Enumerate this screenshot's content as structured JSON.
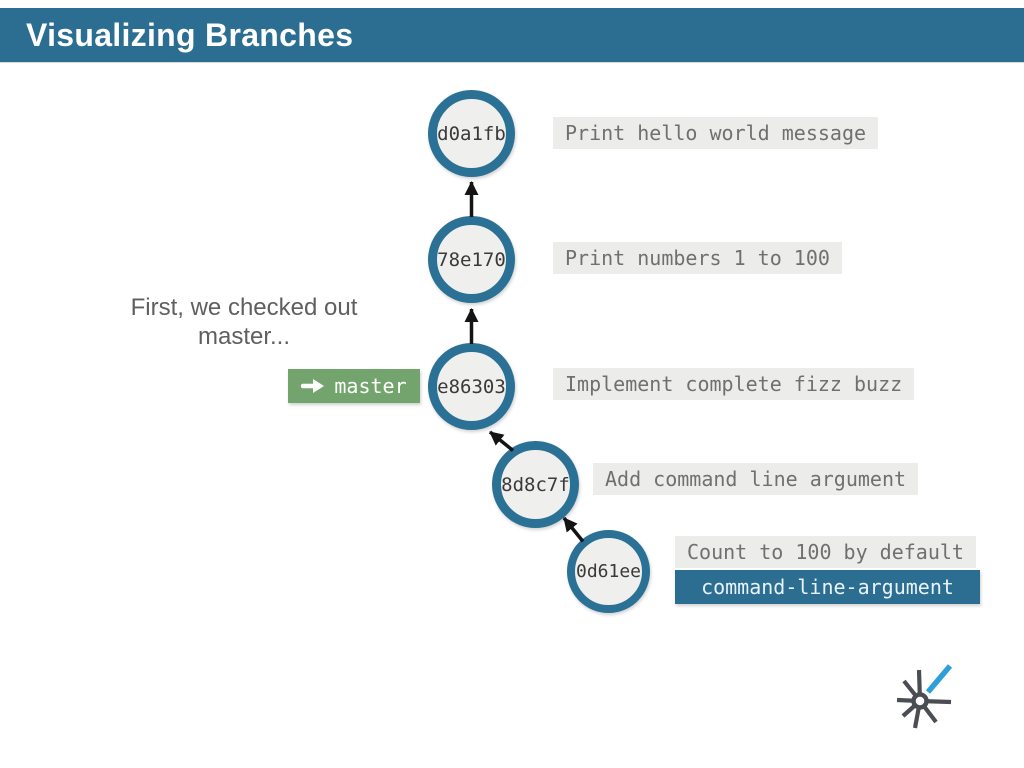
{
  "slide": {
    "title": "Visualizing Branches"
  },
  "annotation": {
    "line1": "First, we checked out",
    "line2": "master..."
  },
  "branch_labels": {
    "master": {
      "label": "master"
    },
    "command_line_argument": {
      "label": "command-line-argument"
    }
  },
  "commits": [
    {
      "id": "d0a1fb",
      "message": "Print hello world message"
    },
    {
      "id": "78e170",
      "message": "Print numbers 1 to 100"
    },
    {
      "id": "e86303",
      "message": "Implement complete fizz buzz"
    },
    {
      "id": "8d8c7f",
      "message": "Add command line argument"
    },
    {
      "id": "0d61ee",
      "message": "Count to 100 by default"
    }
  ],
  "colors": {
    "header_blue": "#2B6E91",
    "node_ring_blue": "#2B7195",
    "node_fill": "#EFF0EE",
    "message_bg": "#ECECEA",
    "message_text": "#707070",
    "branch_green": "#74A46D",
    "branch_tip_blue": "#2B6E91",
    "annotation_gray": "#5F5F5F",
    "arrow_black": "#141414",
    "logo_gray": "#4A4E54",
    "logo_blue": "#2E9FD8"
  }
}
